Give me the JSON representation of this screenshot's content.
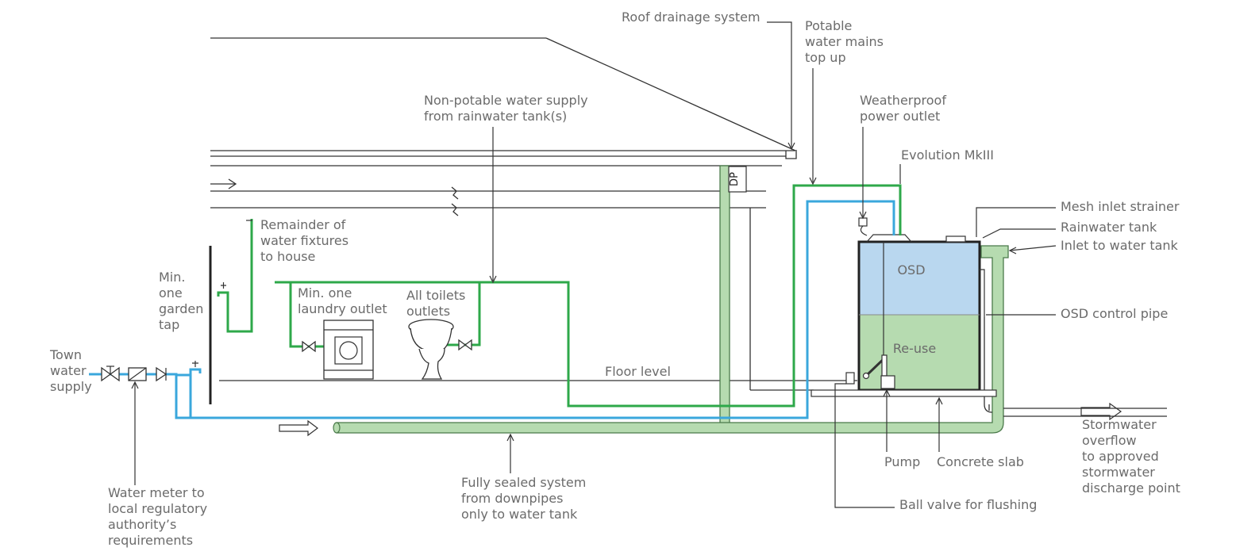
{
  "labels": {
    "roof_drainage": "Roof drainage system",
    "potable_mains": "Potable\nwater mains\ntop up",
    "non_potable_supply": "Non-potable water supply\nfrom rainwater tank(s)",
    "weatherproof_outlet": "Weatherproof\npower outlet",
    "evolution": "Evolution MkIII",
    "mesh_strainer": "Mesh inlet strainer",
    "rainwater_tank": "Rainwater tank",
    "inlet_tank": "Inlet to water tank",
    "osd_control": "OSD control pipe",
    "remainder_fixtures": "Remainder of\nwater fixtures\nto house",
    "garden_tap": "Min.\none\ngarden\ntap",
    "laundry_outlet": "Min. one\nlaundry outlet",
    "toilets_outlets": "All toilets\noutlets",
    "town_supply": "Town\nwater\nsupply",
    "floor_level": "Floor level",
    "water_meter": "Water meter to\nlocal regulatory\nauthority’s\nrequirements",
    "fully_sealed": "Fully sealed system\nfrom downpipes\nonly to water tank",
    "pump": "Pump",
    "concrete_slab": "Concrete slab",
    "ball_valve": "Ball valve for flushing",
    "stormwater_overflow": "Stormwater\noverflow\nto approved\nstormwater\ndischarge point",
    "tank_osd": "OSD",
    "tank_reuse": "Re-use",
    "downpipe": "DP"
  },
  "colors": {
    "non_potable_pipe": "#2ea84a",
    "potable_pipe": "#3aa7dc",
    "stormwater_pipe": "#b6dbb0",
    "osd_zone": "#b9d7ef",
    "reuse_zone": "#b6dbb0"
  }
}
